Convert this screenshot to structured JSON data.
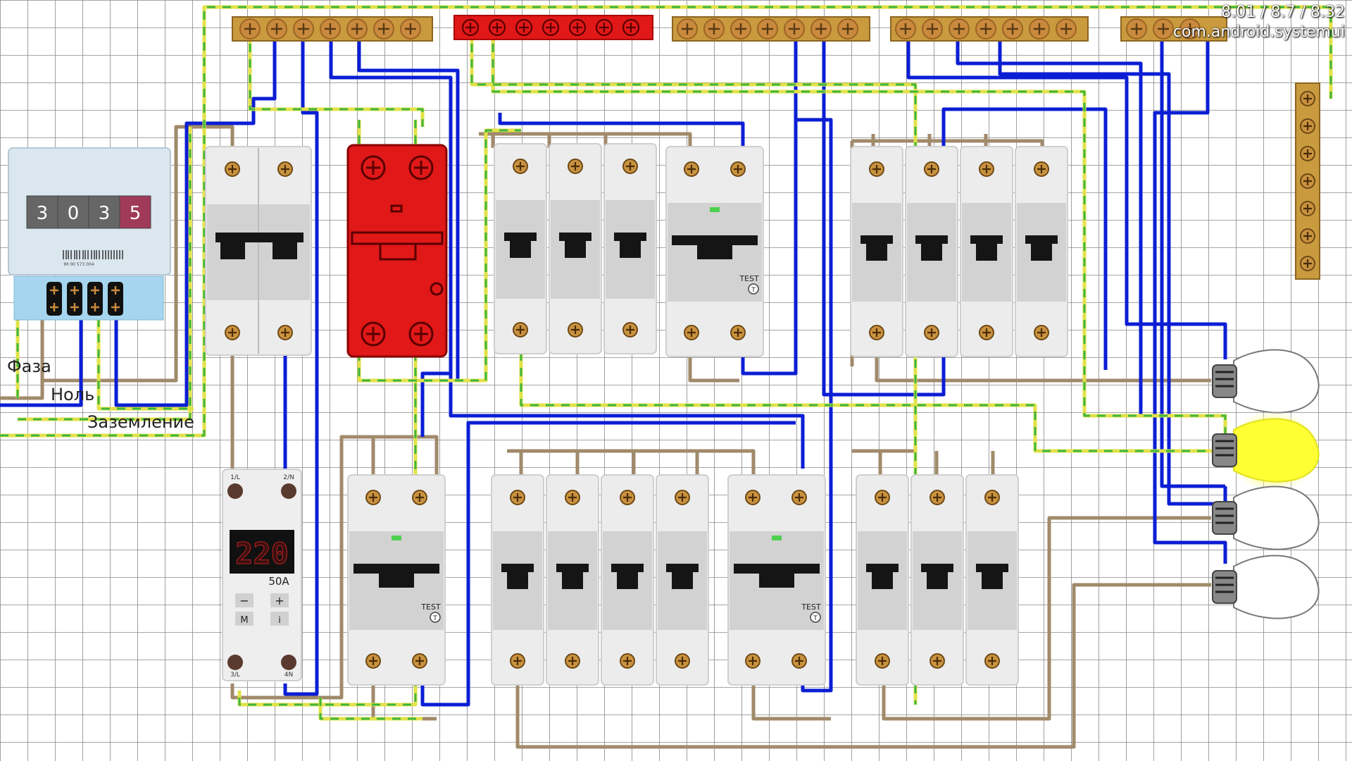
{
  "overlay": {
    "line1": "8.01 / 8.7 / 8.32",
    "line2": "com.android.systemui"
  },
  "labels": {
    "phase": "Фаза",
    "neutral": "Ноль",
    "earth": "Заземление"
  },
  "meter": {
    "digits": [
      "3",
      "0",
      "3",
      "5"
    ],
    "barcode_text": "IM 00 573 004"
  },
  "relay": {
    "display": "220",
    "current": "50A",
    "terminal_top_left": "1/L",
    "terminal_top_right": "2/N",
    "terminal_bottom_left": "3/L",
    "terminal_bottom_right": "4N",
    "btn_minus": "−",
    "btn_plus": "+",
    "btn_m": "M",
    "btn_i": "i"
  },
  "rcd": {
    "test_label": "TEST",
    "test_symbol": "T"
  },
  "colors": {
    "phase_wire": "#a08a6a",
    "neutral_wire": "#0b1ed4",
    "earth_wire_a": "#e2e24a",
    "earth_wire_b": "#3fb63f",
    "terminal": "#c98a3e",
    "busbar": "#c99a3e",
    "neutral_bus": "#e01818",
    "breaker_body": "#e6e6e6",
    "breaker_dark": "#151515",
    "lamp_lit": "#ffff33"
  },
  "icons": {
    "terminal": "screw-terminal-icon",
    "lamp": "light-bulb-icon"
  }
}
